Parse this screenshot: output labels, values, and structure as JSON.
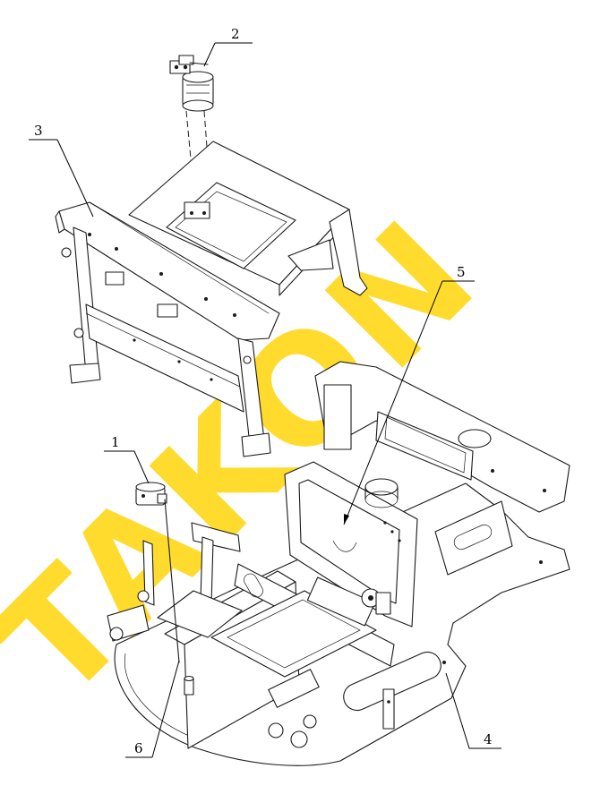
{
  "diagram": {
    "watermark": "TAKON",
    "callouts": [
      {
        "id": "1",
        "label": "1"
      },
      {
        "id": "2",
        "label": "2"
      },
      {
        "id": "3",
        "label": "3"
      },
      {
        "id": "4",
        "label": "4"
      },
      {
        "id": "5",
        "label": "5"
      },
      {
        "id": "6",
        "label": "6"
      }
    ],
    "colors": {
      "line": "#1a1a1a",
      "watermark": "#ffd400",
      "background": "#ffffff"
    }
  }
}
